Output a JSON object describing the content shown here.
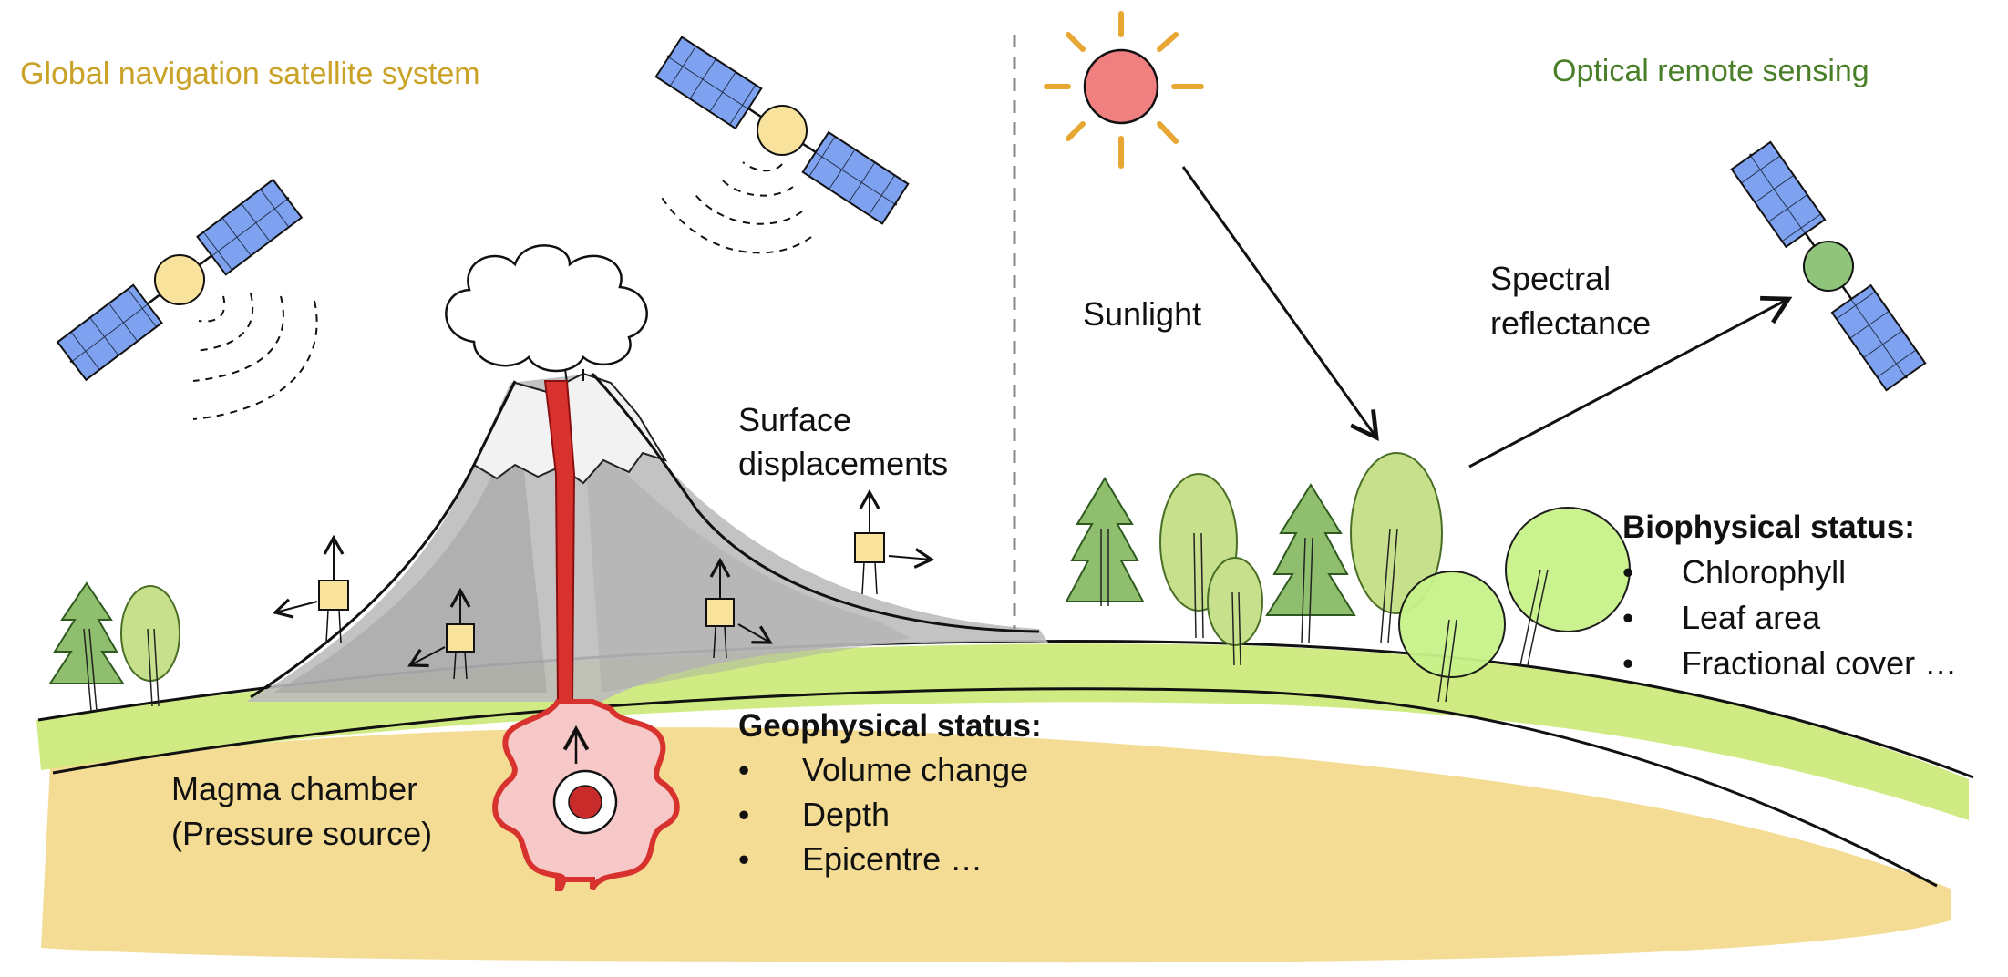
{
  "left_title": "Global navigation satellite system",
  "right_title": "Optical remote sensing",
  "sunlight": "Sunlight",
  "spectral": [
    "Spectral",
    "reflectance"
  ],
  "surface_displacements": [
    "Surface",
    "displacements"
  ],
  "magma": [
    "Magma chamber",
    "(Pressure source)"
  ],
  "geo": {
    "heading": "Geophysical status:",
    "items": [
      "Volume change",
      "Depth",
      "Epicentre …"
    ]
  },
  "bio": {
    "heading": "Biophysical status:",
    "items": [
      "Chlorophyll",
      "Leaf area",
      "Fractional cover …"
    ]
  },
  "bullet": "•",
  "colors": {
    "gnss_title": "#c9a227",
    "optical_title": "#4a7f2a",
    "satellite_panel": "#7ea2f0",
    "gnss_satellite_body": "#f9e39c",
    "optical_satellite_body": "#8fc47a",
    "sun": "#f08080",
    "sun_rays": "#e8a632",
    "soil": "#f4dc94",
    "grass": "#cdea7c",
    "lava": "#d8322e",
    "volcano": "#b9b9b9"
  }
}
